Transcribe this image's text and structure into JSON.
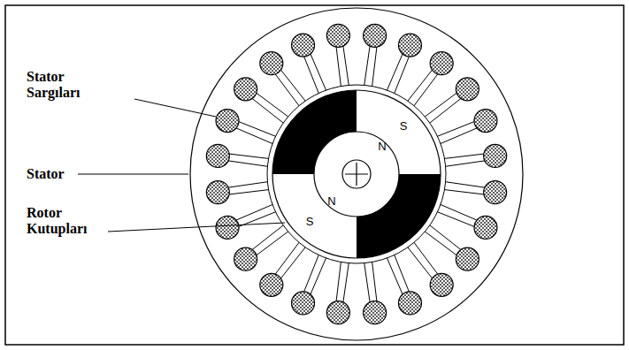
{
  "diagram": {
    "labels": [
      "Stator Sargıları",
      "Stator",
      "Rotor Kutupları",
      "S",
      "N",
      "N",
      "S"
    ]
  }
}
